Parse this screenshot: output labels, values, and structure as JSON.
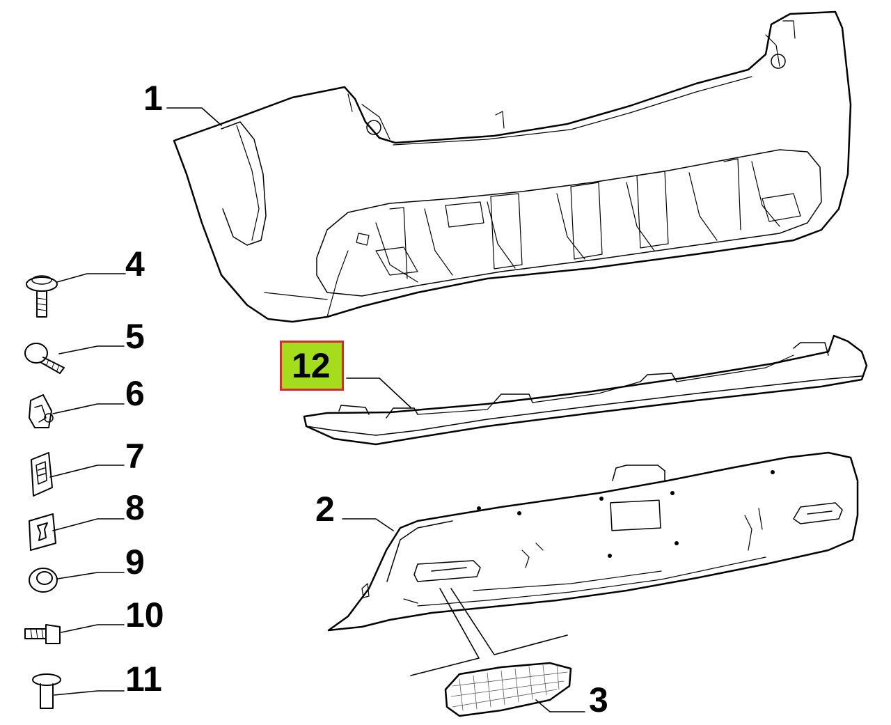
{
  "callouts": {
    "p1": "1",
    "p2": "2",
    "p3": "3",
    "p4": "4",
    "p5": "5",
    "p6": "6",
    "p7": "7",
    "p8": "8",
    "p9": "9",
    "p10": "10",
    "p11": "11",
    "p12": "12"
  },
  "highlight": {
    "part": "12",
    "fill_color": "#a3dd1c",
    "border_color": "#e1262a"
  },
  "colors": {
    "line": "#000000",
    "background": "#ffffff"
  }
}
